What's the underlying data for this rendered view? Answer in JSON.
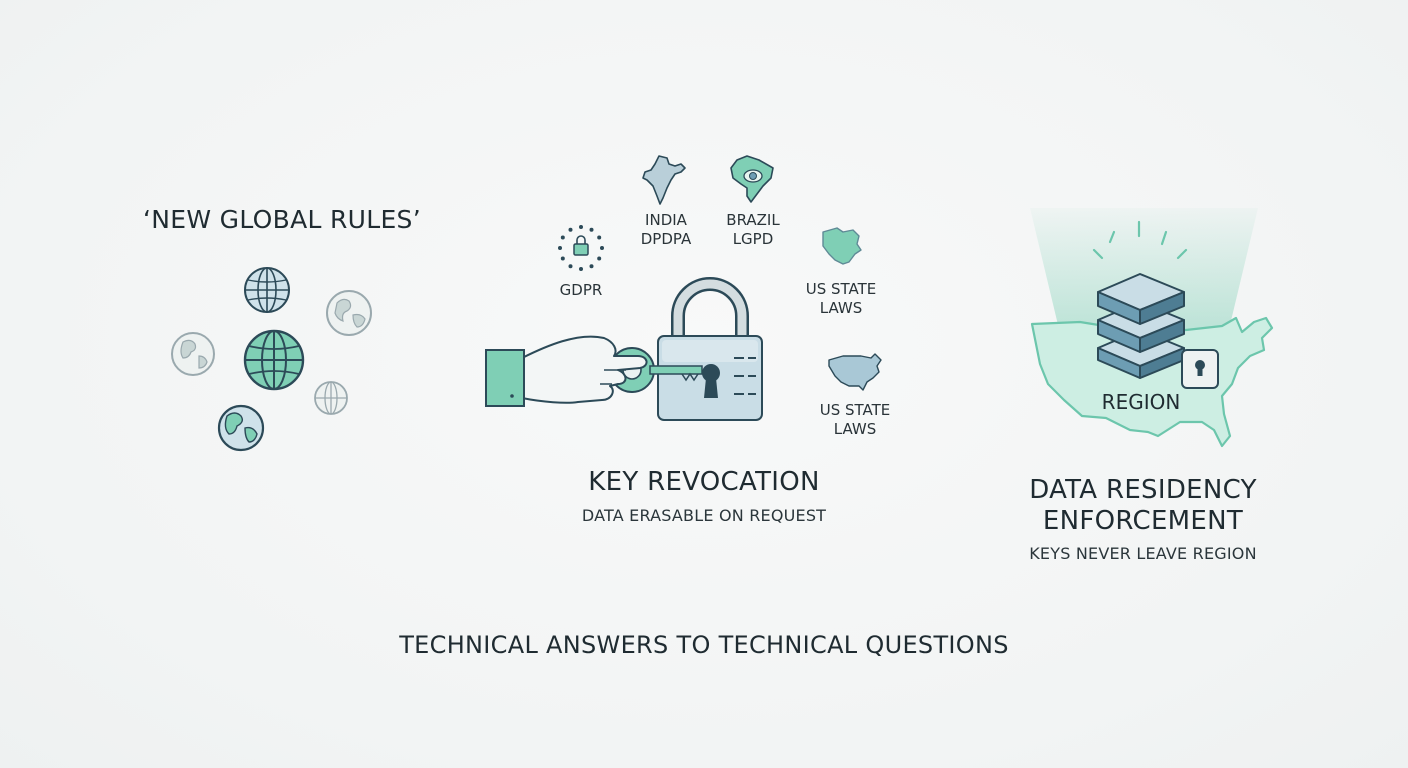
{
  "left": {
    "title": "‘NEW GLOBAL RULES’"
  },
  "middle": {
    "regulations": [
      {
        "label": "GDPR"
      },
      {
        "label": "INDIA\nDPDPA"
      },
      {
        "label": "BRAZIL\nLGPD"
      },
      {
        "label": "US STATE\nLAWS"
      },
      {
        "label": "US STATE\nLAWS"
      }
    ],
    "title": "KEY REVOCATION",
    "subtitle": "DATA ERASABLE ON REQUEST"
  },
  "right": {
    "region_label": "REGION",
    "title": "DATA RESIDENCY\nENFORCEMENT",
    "subtitle": "KEYS NEVER LEAVE REGION"
  },
  "footer": {
    "tagline": "TECHNICAL ANSWERS TO TECHNICAL QUESTIONS"
  },
  "colors": {
    "teal": "#6cc6ac",
    "teal_light": "#bfe8dc",
    "slate": "#2c4a58",
    "steel": "#6d9db3",
    "steel_light": "#c9dde6",
    "map_fill": "#cdeee3",
    "ink": "#1f2b31"
  }
}
